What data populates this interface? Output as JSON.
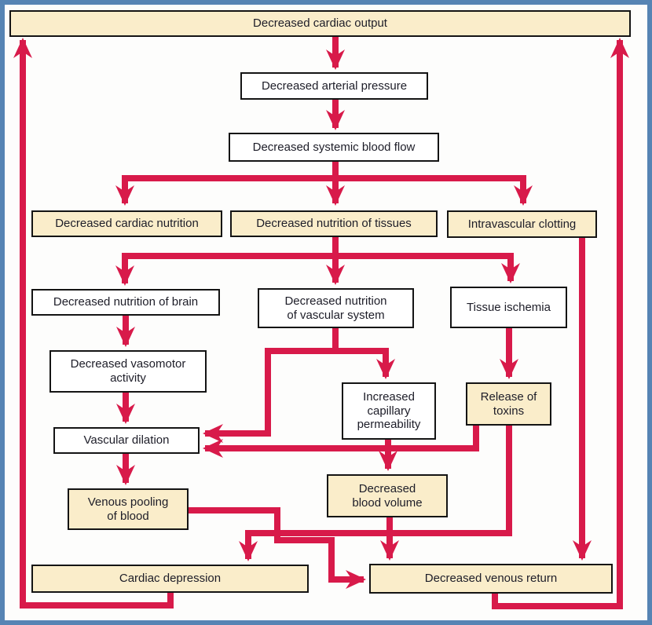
{
  "colors": {
    "arrow": "#d81a4a",
    "node_fill_tan": "#faedca",
    "node_fill_white": "#ffffff",
    "node_border": "#141414",
    "frame_border": "#5684b4"
  },
  "diagram": {
    "nodes": {
      "cardiac_output": {
        "label": "Decreased cardiac output",
        "style": "tan"
      },
      "arterial_pressure": {
        "label": "Decreased arterial pressure",
        "style": "white"
      },
      "systemic_blood_flow": {
        "label": "Decreased systemic blood flow",
        "style": "white"
      },
      "cardiac_nutrition": {
        "label": "Decreased cardiac nutrition",
        "style": "tan"
      },
      "nutrition_tissues": {
        "label": "Decreased nutrition of tissues",
        "style": "tan"
      },
      "intravascular_clotting": {
        "label": "Intravascular clotting",
        "style": "tan"
      },
      "nutrition_brain": {
        "label": "Decreased nutrition of brain",
        "style": "white"
      },
      "nutrition_vascular": {
        "label": [
          "Decreased nutrition",
          "of vascular system"
        ],
        "style": "white"
      },
      "tissue_ischemia": {
        "label": "Tissue ischemia",
        "style": "white"
      },
      "vasomotor_activity": {
        "label": [
          "Decreased vasomotor",
          "activity"
        ],
        "style": "white"
      },
      "capillary_permeability": {
        "label": [
          "Increased",
          "capillary",
          "permeability"
        ],
        "style": "white"
      },
      "release_toxins": {
        "label": [
          "Release of",
          "toxins"
        ],
        "style": "tan"
      },
      "vascular_dilation": {
        "label": "Vascular dilation",
        "style": "white"
      },
      "venous_pooling": {
        "label": [
          "Venous pooling",
          "of blood"
        ],
        "style": "tan"
      },
      "blood_volume": {
        "label": [
          "Decreased",
          "blood volume"
        ],
        "style": "tan"
      },
      "cardiac_depression": {
        "label": "Cardiac depression",
        "style": "tan"
      },
      "venous_return": {
        "label": "Decreased venous return",
        "style": "tan"
      }
    },
    "edges": [
      {
        "from": "Decreased cardiac output",
        "to": "Decreased arterial pressure"
      },
      {
        "from": "Decreased arterial pressure",
        "to": "Decreased systemic blood flow"
      },
      {
        "from": "Decreased systemic blood flow",
        "to": "Decreased cardiac nutrition"
      },
      {
        "from": "Decreased systemic blood flow",
        "to": "Decreased nutrition of tissues"
      },
      {
        "from": "Decreased systemic blood flow",
        "to": "Intravascular clotting"
      },
      {
        "from": "Decreased nutrition of tissues",
        "to": "Decreased nutrition of brain"
      },
      {
        "from": "Decreased nutrition of tissues",
        "to": "Decreased nutrition of vascular system"
      },
      {
        "from": "Decreased nutrition of tissues",
        "to": "Tissue ischemia"
      },
      {
        "from": "Decreased nutrition of brain",
        "to": "Decreased vasomotor activity"
      },
      {
        "from": "Decreased vasomotor activity",
        "to": "Vascular dilation"
      },
      {
        "from": "Decreased nutrition of vascular system",
        "to": "Increased capillary permeability"
      },
      {
        "from": "Decreased nutrition of vascular system",
        "to": "Vascular dilation"
      },
      {
        "from": "Release of toxins",
        "to": "Vascular dilation"
      },
      {
        "from": "Vascular dilation",
        "to": "Venous pooling of blood"
      },
      {
        "from": "Increased capillary permeability",
        "to": "Decreased blood volume"
      },
      {
        "from": "Tissue ischemia",
        "to": "Release of toxins"
      },
      {
        "from": "Release of toxins",
        "to": "Cardiac depression"
      },
      {
        "from": "Venous pooling of blood",
        "to": "Decreased venous return"
      },
      {
        "from": "Decreased blood volume",
        "to": "Decreased venous return"
      },
      {
        "from": "Intravascular clotting",
        "to": "Decreased venous return"
      },
      {
        "from": "Cardiac depression",
        "to": "Decreased cardiac output"
      },
      {
        "from": "Decreased venous return",
        "to": "Decreased cardiac output"
      }
    ]
  }
}
